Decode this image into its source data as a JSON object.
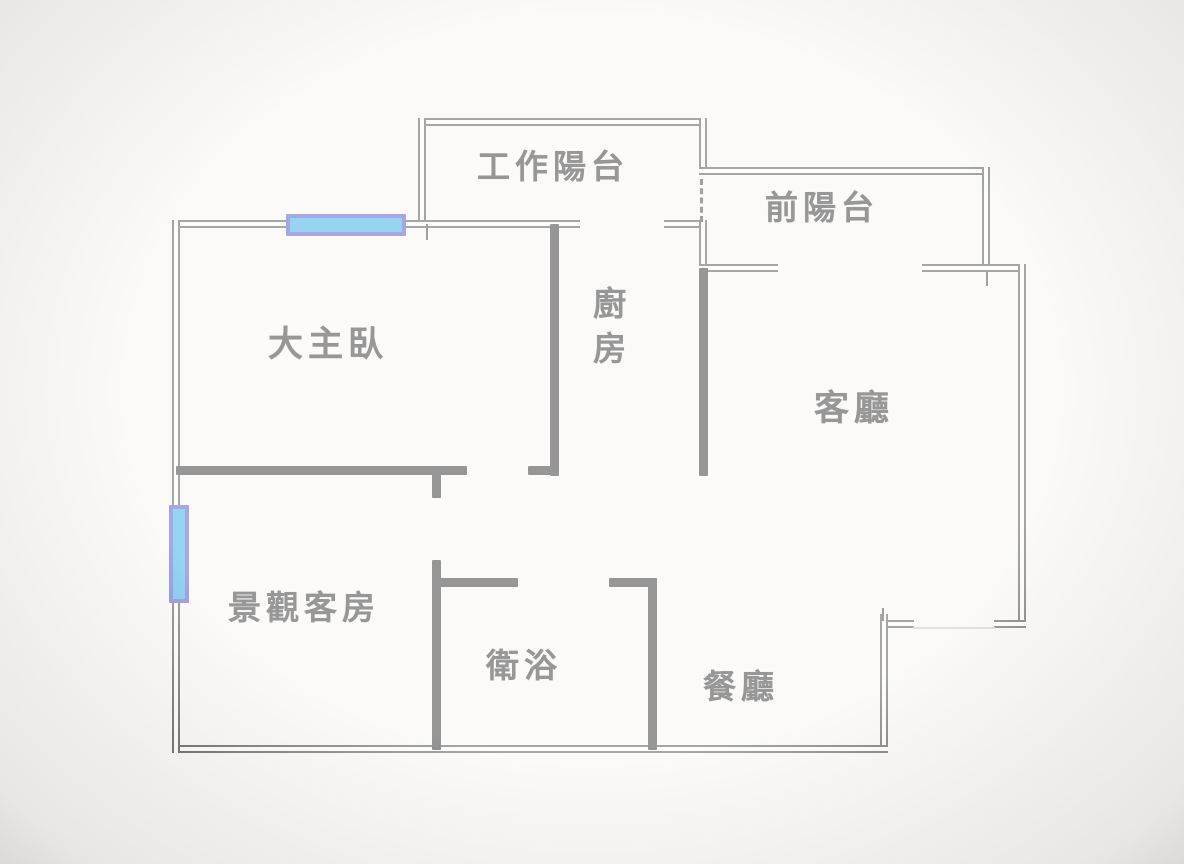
{
  "document": {
    "type": "apartment floor plan (scanned)",
    "language": "zh-TW"
  },
  "colors": {
    "background": "#f6f4f1",
    "exterior_wall": "#3a3a3a",
    "interior_wall": "#161616",
    "window_border": "#3b3fc0",
    "window_fill": "#189fe0",
    "label_text": "#191919"
  },
  "rooms": [
    {
      "id": "work-balcony",
      "label": "工作陽台"
    },
    {
      "id": "front-balcony",
      "label": "前陽台"
    },
    {
      "id": "master-bedroom",
      "label": "大主臥"
    },
    {
      "id": "kitchen",
      "label": "廚房"
    },
    {
      "id": "living-room",
      "label": "客廳"
    },
    {
      "id": "guest-room",
      "label": "景觀客房"
    },
    {
      "id": "bathroom",
      "label": "衛浴"
    },
    {
      "id": "dining-room",
      "label": "餐廳"
    }
  ],
  "windows": [
    {
      "id": "window-master-top",
      "wall": "master-bedroom top exterior wall",
      "orientation": "horizontal"
    },
    {
      "id": "window-guest-left",
      "wall": "guest-room left exterior wall",
      "orientation": "vertical"
    }
  ],
  "openings": [
    {
      "id": "opening-balcony-divider",
      "between": "work-balcony / front-balcony",
      "style": "dashed"
    },
    {
      "id": "door-master",
      "between": "master-bedroom / hall"
    },
    {
      "id": "door-guest",
      "between": "guest-room / hall"
    },
    {
      "id": "door-bathroom",
      "between": "bathroom / dining-room"
    },
    {
      "id": "door-kitchen-balcony",
      "between": "kitchen / work-balcony"
    },
    {
      "id": "sliding-door-front-balcony",
      "between": "front-balcony / living-room"
    },
    {
      "id": "entry-door",
      "between": "dining-room / exterior"
    }
  ]
}
